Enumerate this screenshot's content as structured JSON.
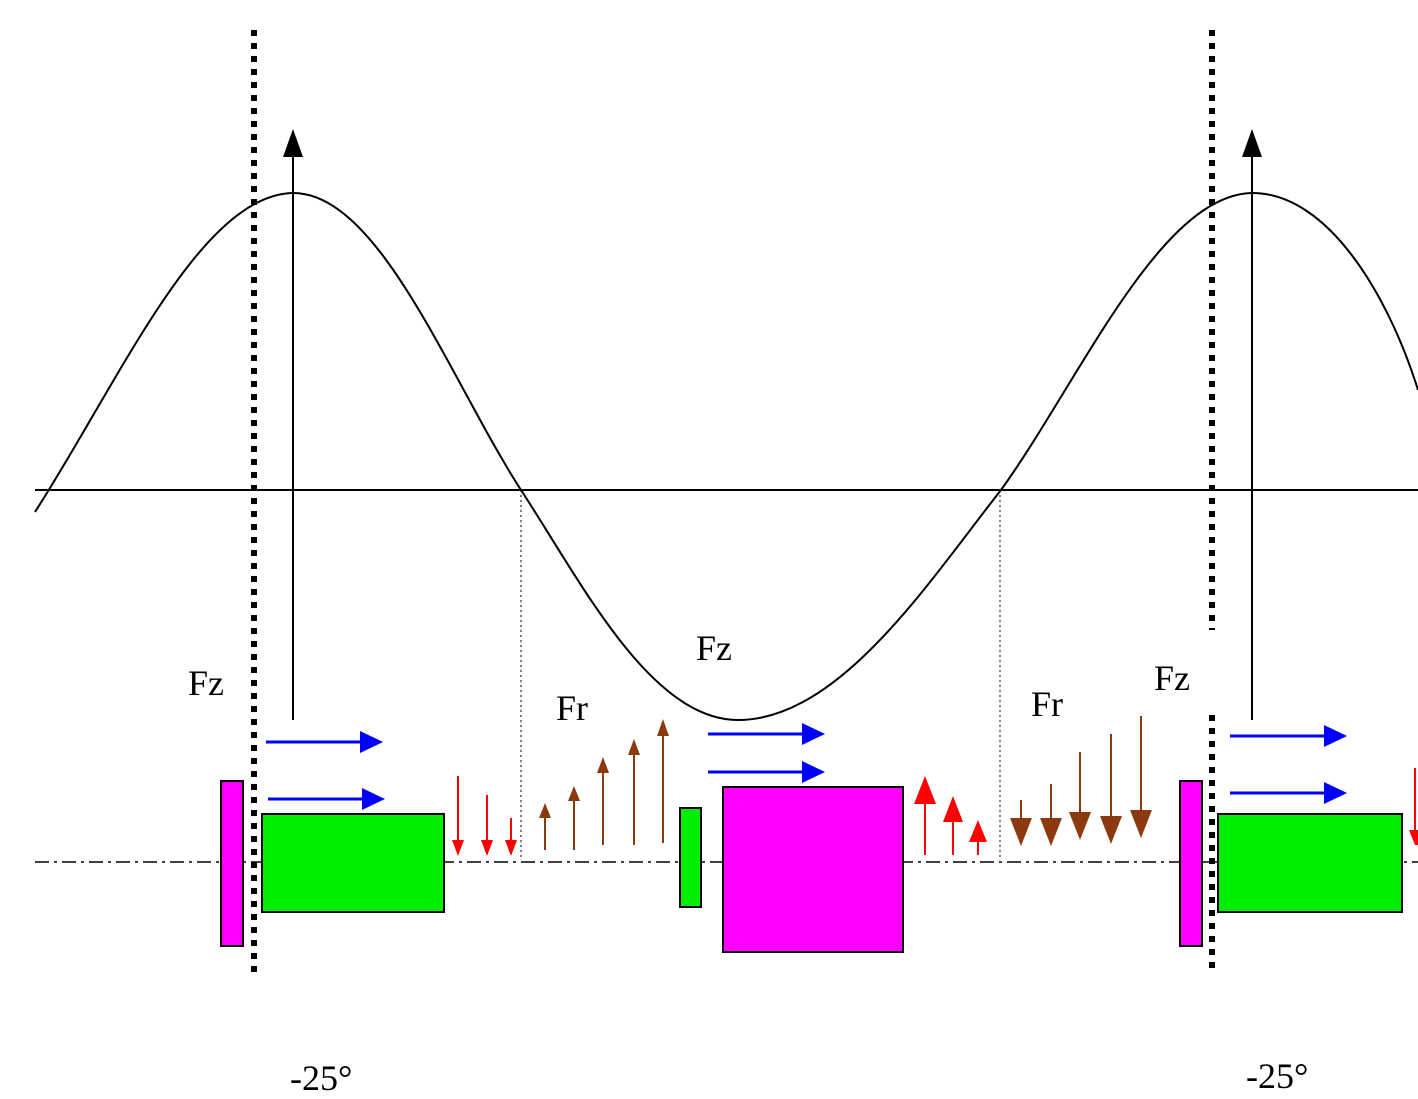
{
  "labels": {
    "fz_left": "Fz",
    "fr_left": "Fr",
    "fz_center": "Fz",
    "fr_right": "Fr",
    "fz_right": "Fz",
    "angle_left": "-25°",
    "angle_right": "-25°"
  },
  "colors": {
    "line": "#000000",
    "blue_arrow": "#0000ff",
    "red_arrow": "#ff0000",
    "brown_arrow": "#8b3a0f",
    "magenta": "#ff00ff",
    "green": "#00ee00"
  }
}
